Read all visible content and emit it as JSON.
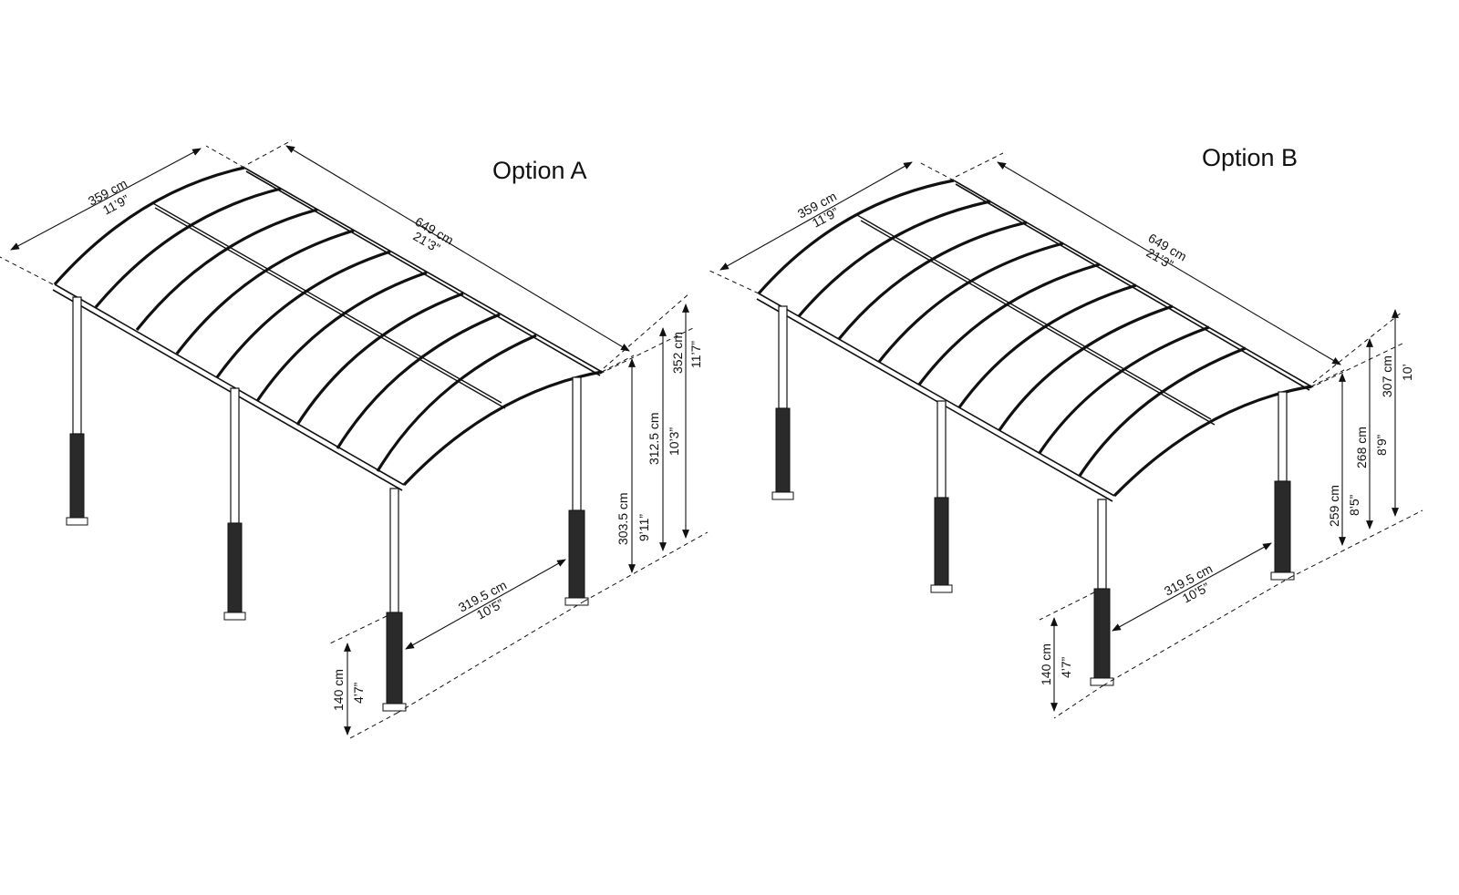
{
  "option_a": {
    "title": "Option A",
    "width_cm": "359 cm",
    "width_ft": "11’9”",
    "length_cm": "649 cm",
    "length_ft": "21’3”",
    "h_total_cm": "352 cm",
    "h_total_ft": "11’7”",
    "h_mid_cm": "312.5 cm",
    "h_mid_ft": "10’3”",
    "h_eave_cm": "303.5 cm",
    "h_eave_ft": "9’11”",
    "span_cm": "319.5 cm",
    "span_ft": "10’5”",
    "post_cm": "140 cm",
    "post_ft": "4’7”"
  },
  "option_b": {
    "title": "Option B",
    "width_cm": "359 cm",
    "width_ft": "11’9”",
    "length_cm": "649 cm",
    "length_ft": "21’3”",
    "h_total_cm": "307 cm",
    "h_total_ft": "10’",
    "h_mid_cm": "268 cm",
    "h_mid_ft": "8’9”",
    "h_eave_cm": "259 cm",
    "h_eave_ft": "8’5”",
    "span_cm": "319.5 cm",
    "span_ft": "10’5”",
    "post_cm": "140 cm",
    "post_ft": "4’7”"
  }
}
